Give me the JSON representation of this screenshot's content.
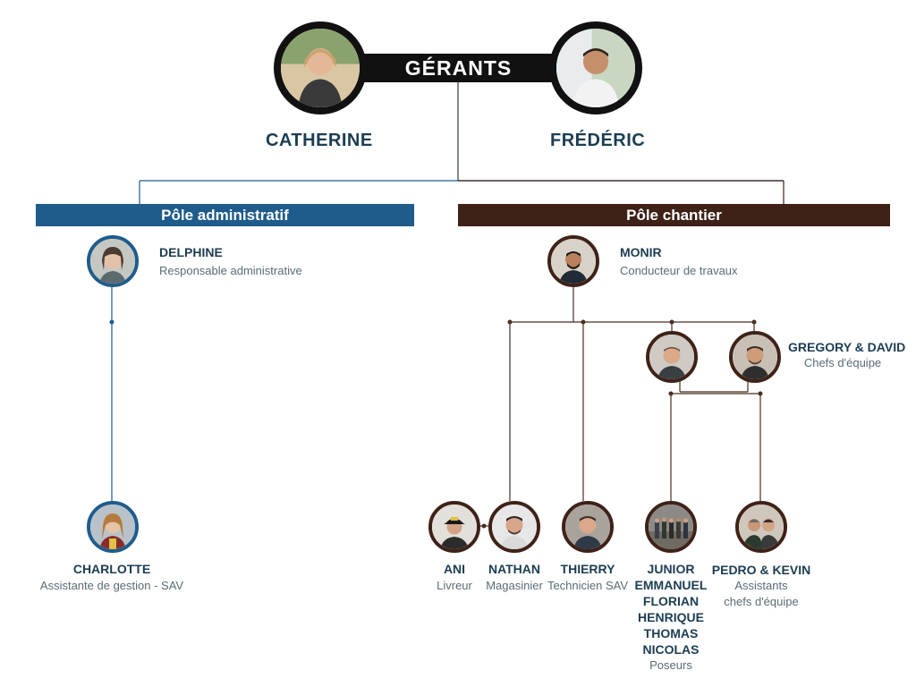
{
  "header": {
    "title": "GÉRANTS"
  },
  "managers": [
    {
      "name": "CATHERINE"
    },
    {
      "name": "FRÉDÉRIC"
    }
  ],
  "poles": {
    "admin": {
      "label": "Pôle administratif",
      "color": "#1f5c8c"
    },
    "chantier": {
      "label": "Pôle chantier",
      "color": "#3e2218"
    }
  },
  "admin": {
    "head": {
      "name": "DELPHINE",
      "role": "Responsable administrative"
    },
    "assistant": {
      "name": "CHARLOTTE",
      "role": "Assistante de gestion - SAV"
    }
  },
  "chantier": {
    "head": {
      "name": "MONIR",
      "role": "Conducteur de travaux"
    },
    "chefs": {
      "name": "GREGORY & DAVID",
      "role": "Chefs d'équipe"
    },
    "staff": [
      {
        "name": "ANI",
        "role": "Livreur"
      },
      {
        "name": "NATHAN",
        "role": "Magasinier"
      },
      {
        "name": "THIERRY",
        "role": "Technicien SAV"
      }
    ],
    "poseurs": {
      "names": [
        "JUNIOR",
        "EMMANUEL",
        "FLORIAN",
        "HENRIQUE",
        "THOMAS",
        "NICOLAS"
      ],
      "role": "Poseurs"
    },
    "assistants": {
      "name": "PEDRO & KEVIN",
      "role_line1": "Assistants",
      "role_line2": "chefs d'équipe"
    }
  }
}
